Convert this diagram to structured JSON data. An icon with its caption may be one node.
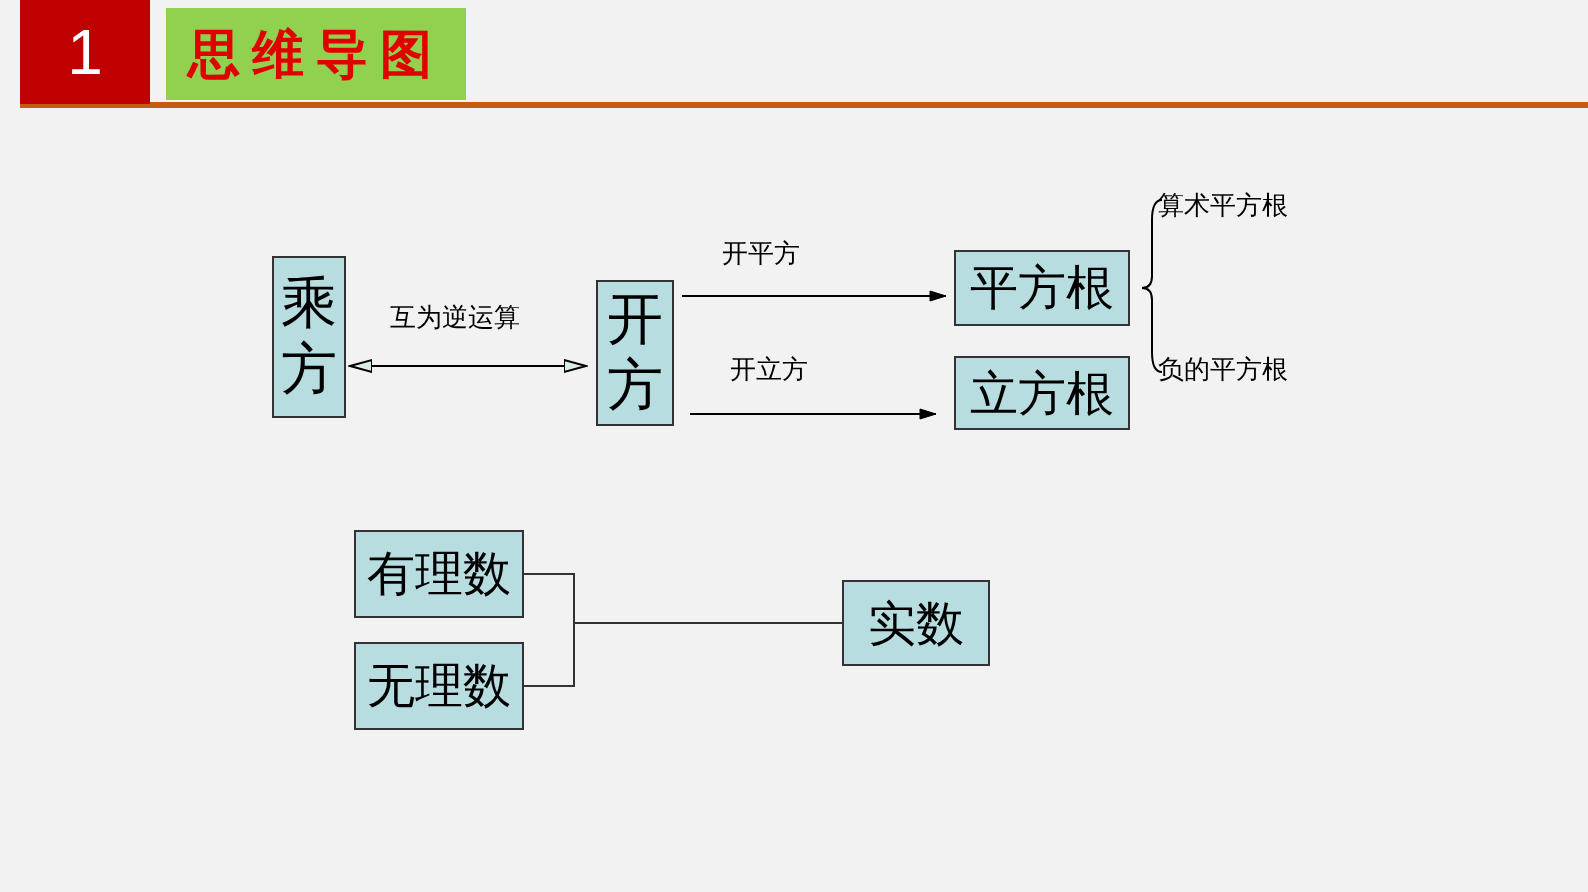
{
  "diagram": {
    "nodes": [
      {
        "text": [
          "1"
        ]
      },
      {
        "text": [
          "思维导图"
        ]
      },
      {
        "text": [
          "乘方"
        ]
      },
      {
        "text": [
          "开方"
        ]
      },
      {
        "text": [
          "平方根"
        ]
      },
      {
        "text": [
          "立方根"
        ]
      },
      {
        "text": [
          "有理数"
        ]
      },
      {
        "text": [
          "无理数"
        ]
      },
      {
        "text": [
          "实数"
        ]
      }
    ],
    "edges": [
      {
        "from": 2,
        "to": 3,
        "arrow": "both",
        "label": "互为逆运算"
      },
      {
        "from": 3,
        "to": 4,
        "arrow": "to",
        "label": "开平方"
      },
      {
        "from": 3,
        "to": 5,
        "arrow": "to",
        "label": "开立方"
      },
      {
        "from": 6,
        "to": 8,
        "arrow": "none"
      },
      {
        "from": 7,
        "to": 8,
        "arrow": "none"
      }
    ],
    "labels": [
      "算术平方根",
      "负的平方根"
    ]
  }
}
